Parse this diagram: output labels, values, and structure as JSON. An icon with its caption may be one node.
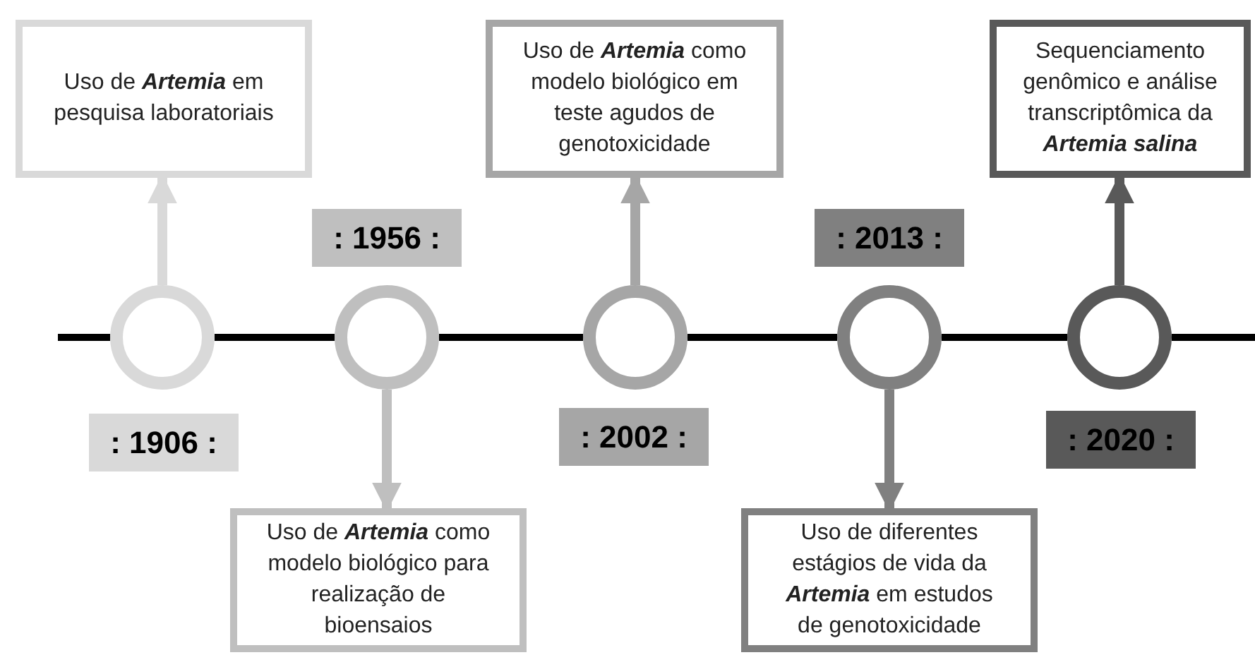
{
  "diagram": {
    "nodes": [
      {
        "text": [
          "Uso de **Artemia** em pesquisa laboratoriais"
        ]
      },
      {
        "text": [
          "Uso de **Artemia** como modelo biológico para realização de bioensaios"
        ]
      },
      {
        "text": [
          "Uso de **Artemia** como modelo biológico em teste agudos de genotoxicidade"
        ]
      },
      {
        "text": [
          "Uso de diferentes estágios de vida da **Artemia** em estudos de genotoxicidade"
        ]
      },
      {
        "text": [
          "Sequenciamento genômico e análise transcriptômica da **Artemia salina**"
        ]
      },
      {
        "text": [
          ": 1906 :"
        ]
      },
      {
        "text": [
          ": 1956 :"
        ]
      },
      {
        "text": [
          ": 2002 :"
        ]
      },
      {
        "text": [
          ": 2013 :"
        ]
      },
      {
        "text": [
          ": 2020 :"
        ]
      },
      {
        "text": [],
        "shape": "circle"
      },
      {
        "text": [],
        "shape": "circle"
      },
      {
        "text": [],
        "shape": "circle"
      },
      {
        "text": [],
        "shape": "circle"
      },
      {
        "text": [],
        "shape": "circle"
      }
    ],
    "edges": [
      {
        "from": 10,
        "to": 0,
        "arrow": "to",
        "color": "#d9d9d9"
      },
      {
        "from": 11,
        "to": 1,
        "arrow": "to",
        "color": "#bfbfbf"
      },
      {
        "from": 12,
        "to": 2,
        "arrow": "to",
        "color": "#a6a6a6"
      },
      {
        "from": 13,
        "to": 3,
        "arrow": "to",
        "color": "#808080"
      },
      {
        "from": 14,
        "to": 4,
        "arrow": "to",
        "color": "#595959"
      },
      {
        "from": null,
        "to": 10,
        "arrow": "none"
      },
      {
        "from": 10,
        "to": 11,
        "arrow": "none"
      },
      {
        "from": 11,
        "to": 12,
        "arrow": "none"
      },
      {
        "from": 12,
        "to": 13,
        "arrow": "none"
      },
      {
        "from": 13,
        "to": 14,
        "arrow": "none"
      },
      {
        "from": 14,
        "to": null,
        "arrow": "none"
      }
    ]
  }
}
